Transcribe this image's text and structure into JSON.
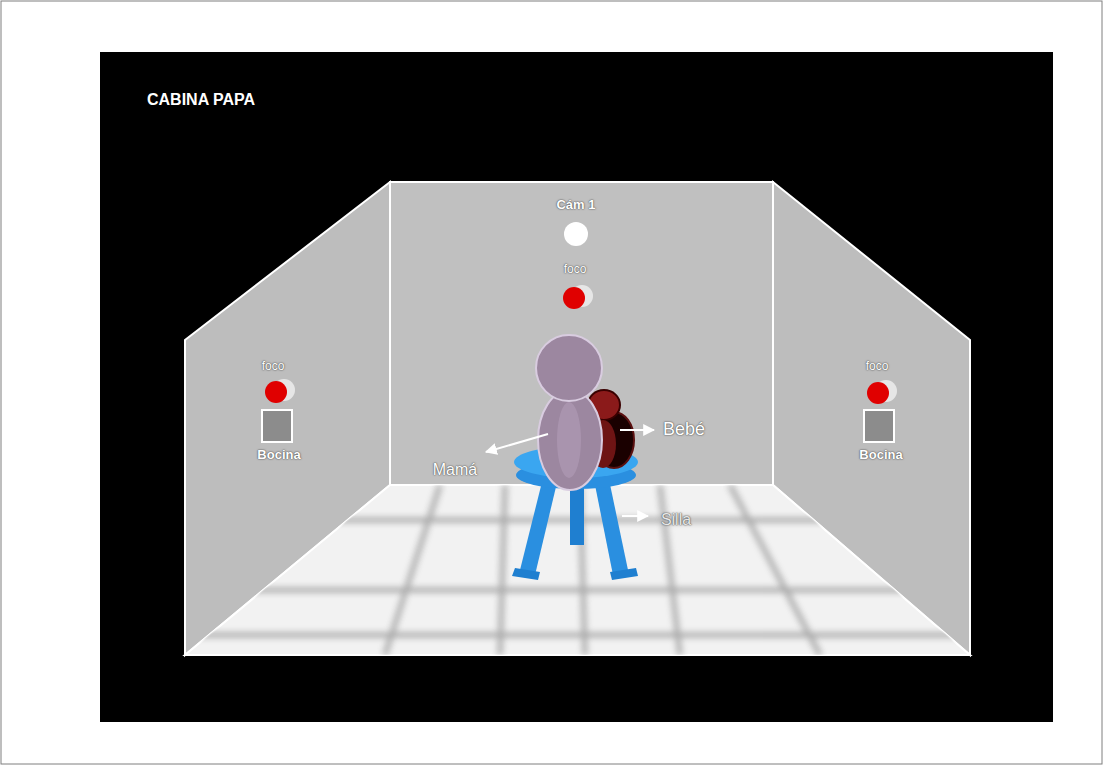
{
  "diagram": {
    "title": "CABINA PAPA",
    "labels": [
      "Cám 1",
      "foco",
      "foco",
      "foco",
      "Bocina",
      "Bocina",
      "Mamá",
      "Bebé",
      "Silla"
    ]
  }
}
